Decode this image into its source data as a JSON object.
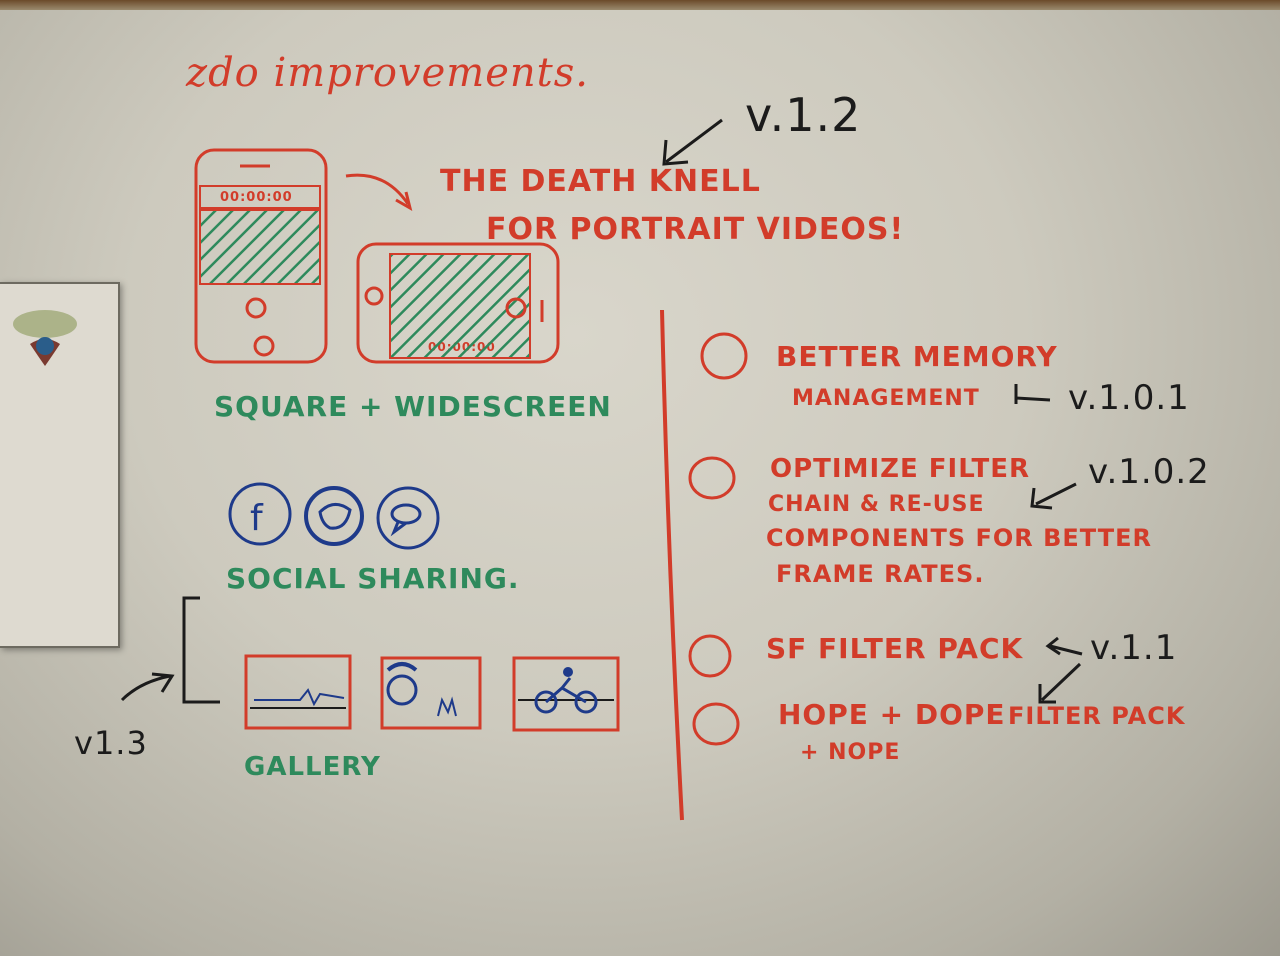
{
  "title": "zdo improvements.",
  "version_top": "v.1.2",
  "headline": {
    "line1": "THE DEATH KNELL",
    "line2": "FOR PORTRAIT VIDEOS!"
  },
  "phone_timer": "00:00:00",
  "features": {
    "square_widescreen": "SQUARE + WIDESCREEN",
    "social_sharing": "SOCIAL SHARING.",
    "gallery": "GALLERY",
    "gallery_version": "v1.3"
  },
  "social_icons": [
    "facebook-icon",
    "twitter-icon",
    "message-icon"
  ],
  "checklist": [
    {
      "lines": [
        "BETTER MEMORY",
        "MANAGEMENT"
      ],
      "version": "v.1.0.1"
    },
    {
      "lines": [
        "OPTIMIZE FILTER",
        "CHAIN & RE-USE",
        "COMPONENTS FOR BETTER",
        "FRAME RATES."
      ],
      "version": "v.1.0.2"
    },
    {
      "lines": [
        "SF FILTER PACK"
      ],
      "version": "v.1.1"
    },
    {
      "lines": [
        "HOPE + DOPE",
        "+ NOPE"
      ],
      "extra": "FILTER PACK"
    }
  ],
  "colors": {
    "red": "#d23c2a",
    "green": "#2e8a5c",
    "blue": "#1e3a8a",
    "ink": "#1b1b1b",
    "board": "#cdcabe"
  }
}
